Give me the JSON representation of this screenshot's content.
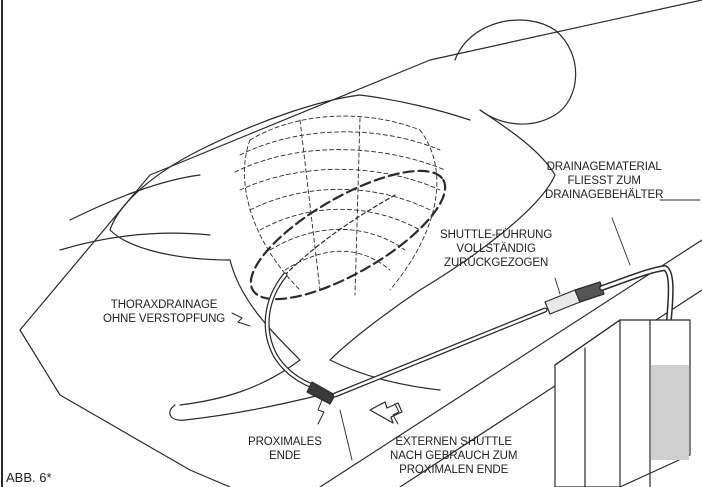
{
  "figure": {
    "number": "ABB. 6*",
    "labels": {
      "drainage_material": [
        "DRAINAGEMATERIAL",
        "FLIESST ZUM",
        "DRAINAGEBEHÄLTER"
      ],
      "shuttle_guide": [
        "SHUTTLE-FÜHRUNG",
        "VOLLSTÄNDIG",
        "ZURÜCKGEZOGEN"
      ],
      "chest_drain": [
        "THORAXDRAINAGE",
        "OHNE VERSTOPFUNG"
      ],
      "proximal_end": [
        "PROXIMALES",
        "ENDE"
      ],
      "external_shuttle": [
        "EXTERNEN SHUTTLE",
        "NACH GEBRAUCH ZUM",
        "PROXIMALEN ENDE"
      ]
    }
  }
}
